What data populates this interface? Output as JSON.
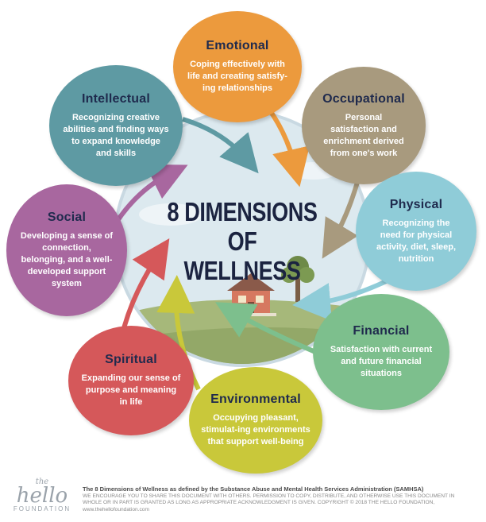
{
  "center": {
    "line1": "8 DIMENSIONS",
    "line2": "OF",
    "line3": "WELLNESS"
  },
  "dimensions": [
    {
      "key": "emotional",
      "title": "Emotional",
      "desc": "Coping effectively with life and creating satisfy-ing relationships",
      "color": "#ec9a3d"
    },
    {
      "key": "occupational",
      "title": "Occupational",
      "desc": "Personal satisfaction and enrichment derived from one's work",
      "color": "#a89a7e"
    },
    {
      "key": "physical",
      "title": "Physical",
      "desc": "Recognizing the need for physical activity, diet, sleep, nutrition",
      "color": "#8fccd8"
    },
    {
      "key": "financial",
      "title": "Financial",
      "desc": "Satisfaction with current and future financial situations",
      "color": "#7dbf8d"
    },
    {
      "key": "environmental",
      "title": "Environmental",
      "desc": "Occupying pleasant, stimulat-ing environments that support well-being",
      "color": "#c9c83a"
    },
    {
      "key": "spiritual",
      "title": "Spiritual",
      "desc": "Expanding our sense of purpose and meaning in life",
      "color": "#d5585a"
    },
    {
      "key": "social",
      "title": "Social",
      "desc": "Developing a sense of connection, belonging, and a well-developed support system",
      "color": "#a8679f"
    },
    {
      "key": "intellectual",
      "title": "Intellectual",
      "desc": "Recognizing creative abilities and finding ways to expand knowledge and skills",
      "color": "#5e9aa3"
    }
  ],
  "colors": {
    "title_text": "#1f2a4d",
    "sky": "#dce9ef",
    "hill": "#a6b87a",
    "house": "#d67860"
  },
  "footer": {
    "logo_the": "the",
    "logo_hello": "hello",
    "logo_foundation": "FOUNDATION",
    "title": "The 8 Dimensions of Wellness as defined by the Substance Abuse and Mental Health Services Administration (SAMHSA)",
    "line1": "WE ENCOURAGE YOU TO SHARE THIS DOCUMENT WITH OTHERS. PERMISSION TO COPY, DISTRIBUTE, AND OTHERWISE USE THIS DOCUMENT IN",
    "line2": "WHOLE OR IN PART IS GRANTED AS LONG AS APPROPRIATE ACKNOWLEDGMENT IS GIVEN. COPYRIGHT © 2018 THE HELLO FOUNDATION,",
    "line3": "www.thehellofoundation.com"
  }
}
